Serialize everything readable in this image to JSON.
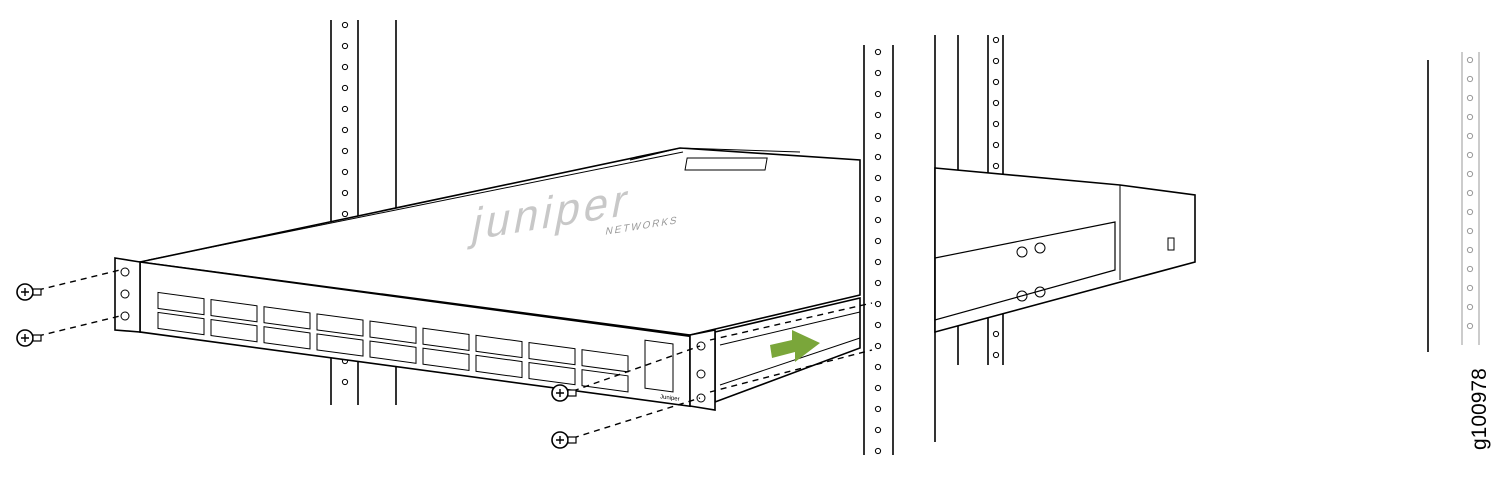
{
  "figure": {
    "label": "g100978",
    "logo_main": "juniper",
    "logo_sub": "NETWORKS",
    "front_badge": "Juniper",
    "arrow_color": "#7aa63a"
  }
}
